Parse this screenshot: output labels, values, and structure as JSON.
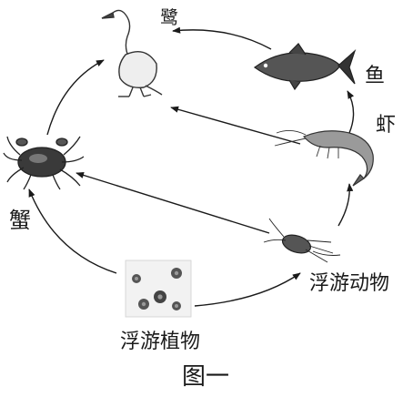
{
  "organisms": {
    "egret": "鹭",
    "fish": "鱼",
    "shrimp": "虾",
    "crab": "蟹",
    "zooplankton": "浮游动物",
    "phytoplankton": "浮游植物"
  },
  "caption": "图一"
}
